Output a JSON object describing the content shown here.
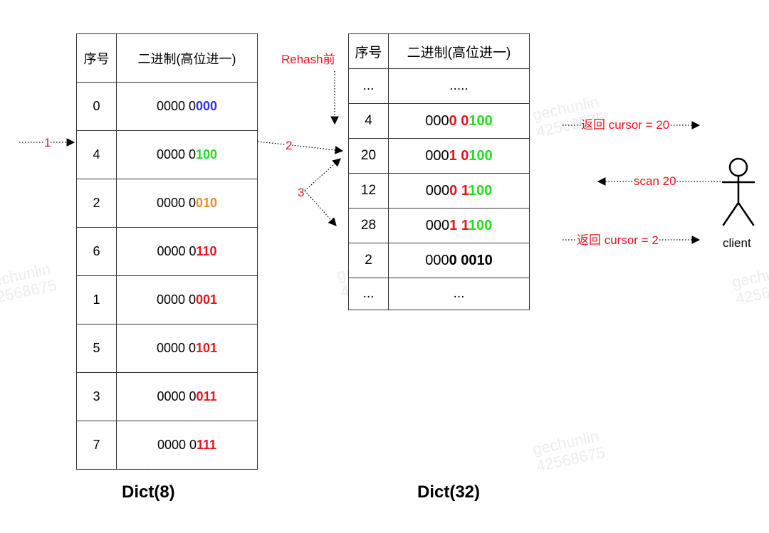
{
  "dict8": {
    "caption": "Dict(8)",
    "header": {
      "index": "序号",
      "binary": "二进制(高位进一)"
    },
    "rows": [
      {
        "index": "0",
        "prefix": "0000 0",
        "tail": "000",
        "tail_color": "#3232e6"
      },
      {
        "index": "4",
        "prefix": "0000 0",
        "tail": "100",
        "tail_color": "#22dd22"
      },
      {
        "index": "2",
        "prefix": "0000 0",
        "tail": "010",
        "tail_color": "#f08c1e"
      },
      {
        "index": "6",
        "prefix": "0000 0",
        "tail": "110",
        "tail_color": "#e8141e"
      },
      {
        "index": "1",
        "prefix": "0000 0",
        "tail": "001",
        "tail_color": "#e8141e"
      },
      {
        "index": "5",
        "prefix": "0000 0",
        "tail": "101",
        "tail_color": "#e8141e"
      },
      {
        "index": "3",
        "prefix": "0000 0",
        "tail": "011",
        "tail_color": "#e8141e"
      },
      {
        "index": "7",
        "prefix": "0000 0",
        "tail": "111",
        "tail_color": "#e8141e"
      }
    ]
  },
  "dict32": {
    "caption": "Dict(32)",
    "header": {
      "index": "序号",
      "binary": "二进制(高位进一)"
    },
    "ellipsis_top": {
      "index": "...",
      "binary": "....."
    },
    "rows": [
      {
        "index": "4",
        "p1": "000",
        "p2": "0 0",
        "p2_color": "#e8141e",
        "p3": "100",
        "p3_color": "#22dd22"
      },
      {
        "index": "20",
        "p1": "000",
        "p2": "1 0",
        "p2_color": "#e8141e",
        "p3": "100",
        "p3_color": "#22dd22"
      },
      {
        "index": "12",
        "p1": "000",
        "p2": "0 1",
        "p2_color": "#e8141e",
        "p3": "100",
        "p3_color": "#22dd22"
      },
      {
        "index": "28",
        "p1": "000",
        "p2": "1 1",
        "p2_color": "#e8141e",
        "p3": "100",
        "p3_color": "#22dd22"
      },
      {
        "index": "2",
        "p1": "000",
        "p2": "0 0010",
        "p2_color": "#000000",
        "p3": "",
        "p3_color": "#000000"
      }
    ],
    "ellipsis_bottom": {
      "index": "...",
      "binary": "..."
    }
  },
  "annotations": {
    "step1": "1",
    "step2": "2",
    "step3": "3",
    "rehash_before": "Rehash前",
    "return_cursor_20": "返回 cursor = 20",
    "scan_20": "scan 20",
    "return_cursor_2": "返回 cursor = 2",
    "client": "client"
  },
  "watermark": {
    "name": "gechunlin",
    "id": "42568675"
  },
  "colors": {
    "annotation_red": "#e8141e",
    "blue": "#3232e6",
    "green": "#22dd22",
    "orange": "#f08c1e",
    "border": "#333333"
  }
}
